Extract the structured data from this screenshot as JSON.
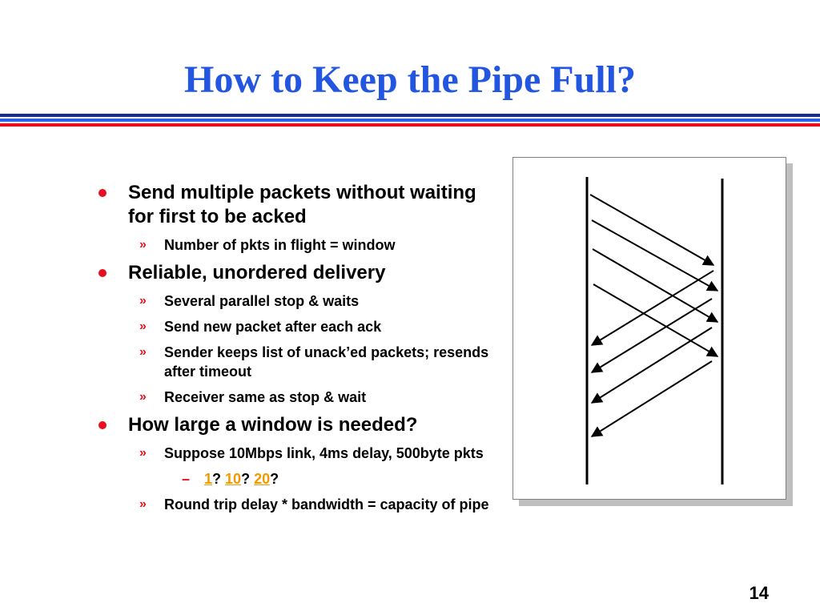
{
  "title": "How to Keep the Pipe Full?",
  "colors": {
    "title": "#2255e0",
    "bullet": "#e8101e",
    "option": "#f09a00",
    "stripe_navy": "#1a2f86",
    "stripe_blue": "#2a62e6",
    "stripe_red": "#e8101e"
  },
  "bullets": [
    {
      "text": "Send multiple packets without waiting for first to be acked",
      "subs": [
        "Number of pkts in flight = window"
      ]
    },
    {
      "text": "Reliable, unordered delivery",
      "subs": [
        "Several parallel stop & waits",
        "Send new packet after each ack",
        "Sender keeps list of unack’ed packets; resends after timeout",
        "Receiver same as stop & wait"
      ]
    },
    {
      "text": "How large a window is needed?",
      "subs": [
        "Suppose 10Mbps link, 4ms delay, 500byte pkts"
      ],
      "options": [
        "1",
        "10",
        "20"
      ],
      "option_suffix": "?",
      "subs_after": [
        "Round trip delay * bandwidth = capacity of pipe"
      ]
    }
  ],
  "sub_marker": "»",
  "dash_marker": "–",
  "page_number": "14"
}
